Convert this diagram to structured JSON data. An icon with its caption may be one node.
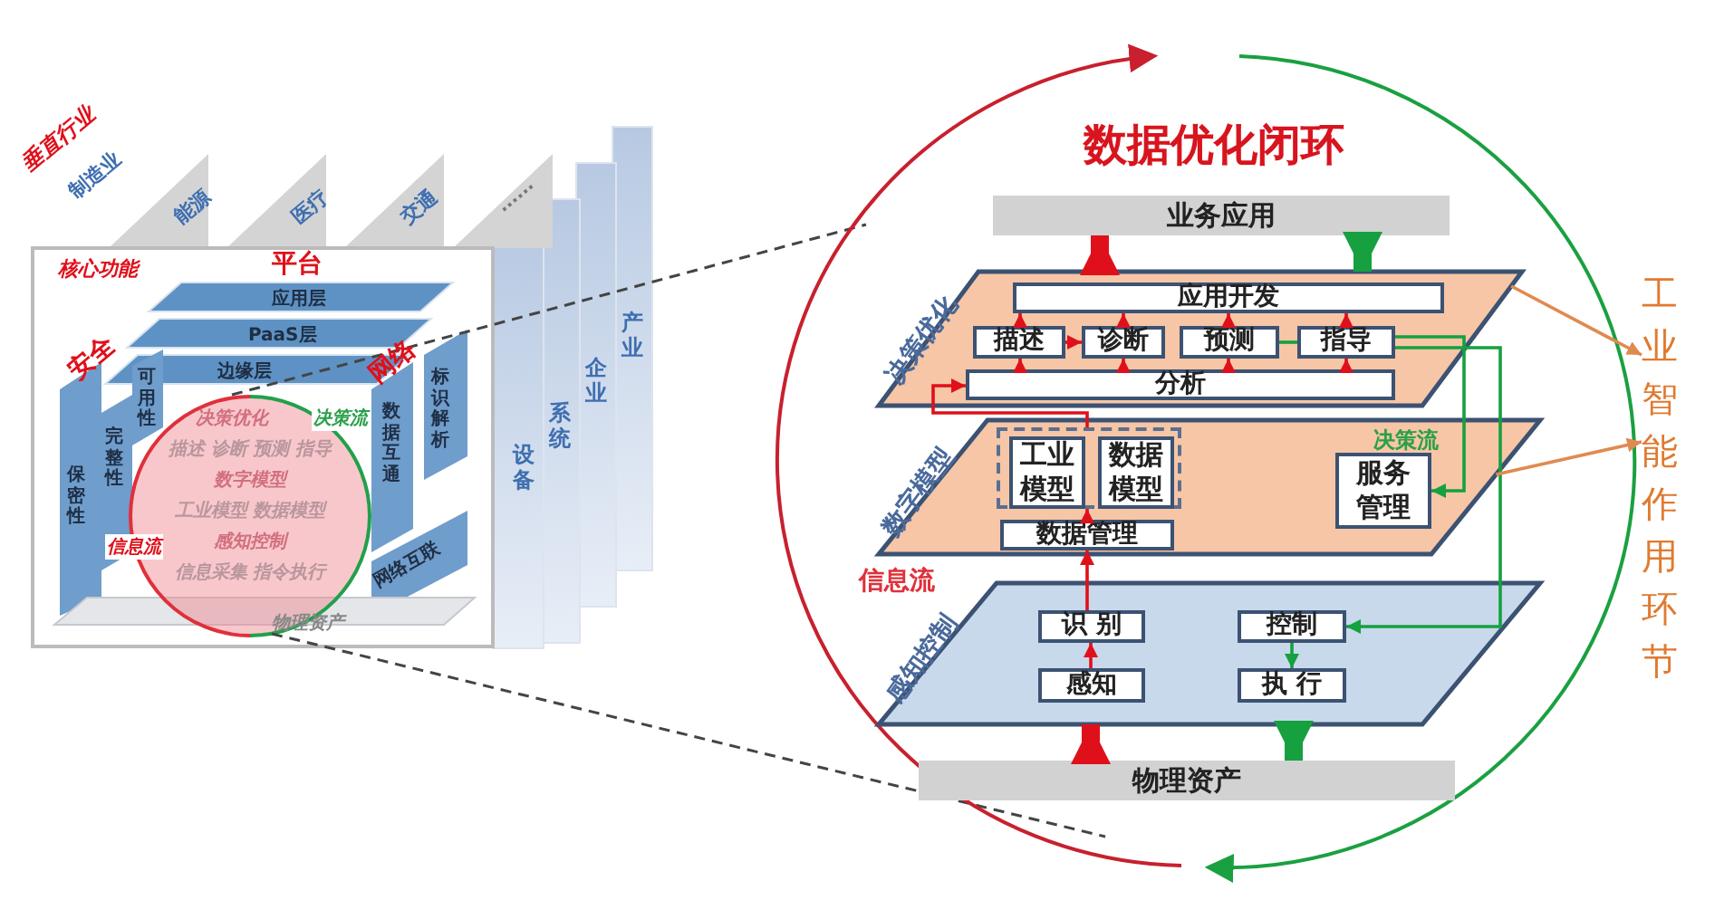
{
  "diagram": {
    "title": "数据优化闭环",
    "nodes": [
      {
        "text": [
          "业务应用"
        ]
      },
      {
        "text": [
          "决策优化"
        ]
      },
      {
        "text": [
          "应用开发"
        ],
        "in": 1
      },
      {
        "text": [
          "描述"
        ],
        "in": 1
      },
      {
        "text": [
          "诊断"
        ],
        "in": 1
      },
      {
        "text": [
          "预测"
        ],
        "in": 1
      },
      {
        "text": [
          "指导"
        ],
        "in": 1
      },
      {
        "text": [
          "分析"
        ],
        "in": 1
      },
      {
        "text": [
          "数字模型"
        ]
      },
      {
        "text": [],
        "shape": "box",
        "in": 8
      },
      {
        "text": [
          "工业模型"
        ],
        "in": 9
      },
      {
        "text": [
          "数据模型"
        ],
        "in": 9
      },
      {
        "text": [
          "数据管理"
        ],
        "in": 8
      },
      {
        "text": [
          "服务管理"
        ],
        "in": 8
      },
      {
        "text": [
          "感知控制"
        ]
      },
      {
        "text": [
          "识 别"
        ],
        "in": 14
      },
      {
        "text": [
          "控制"
        ],
        "in": 14
      },
      {
        "text": [
          "感知"
        ],
        "in": 14
      },
      {
        "text": [
          "执 行"
        ],
        "in": 14
      },
      {
        "text": [
          "物理资产"
        ]
      },
      {
        "text": [
          "工业智能作用环节"
        ]
      }
    ],
    "edges": [
      {
        "from": 19,
        "to": 14,
        "arrow": "to",
        "style": "thick"
      },
      {
        "from": 14,
        "to": 19,
        "arrow": "to",
        "style": "thick",
        "color": "#16a040"
      },
      {
        "from": 1,
        "to": 0,
        "arrow": "to",
        "style": "thick"
      },
      {
        "from": 0,
        "to": 1,
        "arrow": "to",
        "style": "thick",
        "color": "#16a040"
      },
      {
        "from": 17,
        "to": 15,
        "arrow": "to"
      },
      {
        "from": 15,
        "to": 12,
        "arrow": "to"
      },
      {
        "from": 12,
        "to": 9,
        "arrow": "to"
      },
      {
        "from": 9,
        "to": 7,
        "arrow": "to"
      },
      {
        "from": 7,
        "to": 3,
        "arrow": "to"
      },
      {
        "from": 7,
        "to": 4,
        "arrow": "to"
      },
      {
        "from": 7,
        "to": 5,
        "arrow": "to"
      },
      {
        "from": 7,
        "to": 6,
        "arrow": "to"
      },
      {
        "from": 3,
        "to": 4,
        "arrow": "to"
      },
      {
        "from": 3,
        "to": 2,
        "arrow": "to"
      },
      {
        "from": 4,
        "to": 2,
        "arrow": "to"
      },
      {
        "from": 5,
        "to": 2,
        "arrow": "to"
      },
      {
        "from": 6,
        "to": 2,
        "arrow": "to"
      },
      {
        "from": 5,
        "to": 6,
        "arrow": "none",
        "color": "#16a040"
      },
      {
        "from": 6,
        "to": 13,
        "arrow": "to",
        "color": "#16a040"
      },
      {
        "from": 6,
        "to": 16,
        "arrow": "to",
        "color": "#16a040"
      },
      {
        "from": 16,
        "to": 18,
        "arrow": "to",
        "color": "#16a040"
      },
      {
        "from": 1,
        "to": 20,
        "arrow": "to",
        "color": "#e08a50"
      },
      {
        "from": 8,
        "to": 20,
        "arrow": "to",
        "color": "#e08a50"
      }
    ],
    "labels": [
      "垂直行业",
      "制造业",
      "能源",
      "医疗",
      "交通",
      "......",
      "核心功能",
      "平台",
      "应用层",
      "PaaS层",
      "边缘层",
      "安全",
      "网络",
      "标识解析",
      "数据互通",
      "保密性",
      "完整性",
      "可用性",
      "网络互联",
      "决策优化",
      "描述 诊断 预测 指导",
      "数字模型",
      "工业模型 数据模型",
      "感知控制",
      "信息采集 指令执行",
      "决策流",
      "信息流",
      "物理资产",
      "设备",
      "系统",
      "企业",
      "产业",
      "信息流",
      "决策流"
    ]
  }
}
